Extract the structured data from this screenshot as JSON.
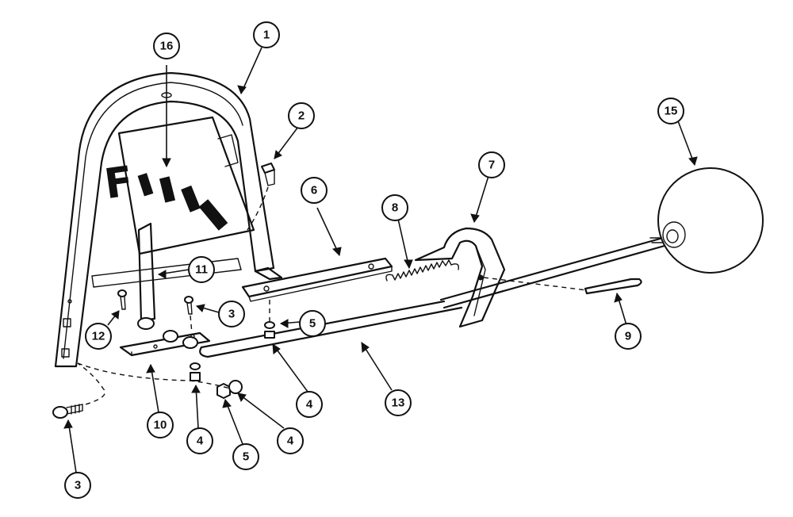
{
  "dial": {
    "full_label": "F",
    "colors": {
      "ink": "#111111",
      "paper": "#ffffff"
    }
  },
  "callouts": [
    {
      "id": "c1",
      "label": "1"
    },
    {
      "id": "c16",
      "label": "16"
    },
    {
      "id": "c2",
      "label": "2"
    },
    {
      "id": "c15",
      "label": "15"
    },
    {
      "id": "c7",
      "label": "7"
    },
    {
      "id": "c6",
      "label": "6"
    },
    {
      "id": "c8",
      "label": "8"
    },
    {
      "id": "c11",
      "label": "11"
    },
    {
      "id": "c3a",
      "label": "3"
    },
    {
      "id": "c5a",
      "label": "5"
    },
    {
      "id": "c12",
      "label": "12"
    },
    {
      "id": "c9",
      "label": "9"
    },
    {
      "id": "c13",
      "label": "13"
    },
    {
      "id": "c4a",
      "label": "4"
    },
    {
      "id": "c10",
      "label": "10"
    },
    {
      "id": "c4b",
      "label": "4"
    },
    {
      "id": "c4c",
      "label": "4"
    },
    {
      "id": "c5b",
      "label": "5"
    },
    {
      "id": "c3b",
      "label": "3"
    }
  ]
}
